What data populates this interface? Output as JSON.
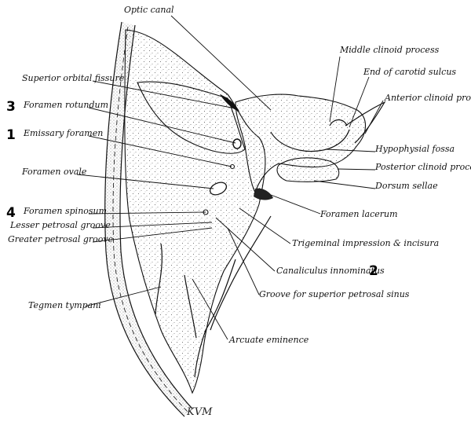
{
  "labels": {
    "optic_canal": "Optic canal",
    "middle_clinoid_process": "Middle clinoid process",
    "end_of_carotid_sulcus": "End of carotid sulcus",
    "anterior_clinoid_process": "Anterior clinoid process",
    "superior_orbital_fissure": "Superior orbital fissure",
    "foramen_rotundum": "Foramen rotundum",
    "emissary_foramen": "Emissary foramen",
    "hypophysial_fossa": "Hypophysial fossa",
    "posterior_clinoid_process": "Posterior clinoid process",
    "foramen_ovale": "Foramen ovale",
    "dorsum_sellae": "Dorsum sellae",
    "foramen_lacerum": "Foramen lacerum",
    "foramen_spinosum": "Foramen spinosum",
    "lesser_petrosal_groove": "Lesser petrosal groove",
    "greater_petrosal_groove": "Greater petrosal groove",
    "trigeminal_impression": "Trigeminal impression & incisura",
    "canaliculus_innominatus": "Canaliculus innominatus",
    "groove_superior_petrosal_sinus": "Groove for superior petrosal sinus",
    "tegmen_tympani": "Tegmen tympani",
    "arcuate_eminence": "Arcuate eminence"
  },
  "numbers": {
    "n1": "1",
    "n2": "2",
    "n3": "3",
    "n4": "4"
  },
  "signature": "KVM"
}
